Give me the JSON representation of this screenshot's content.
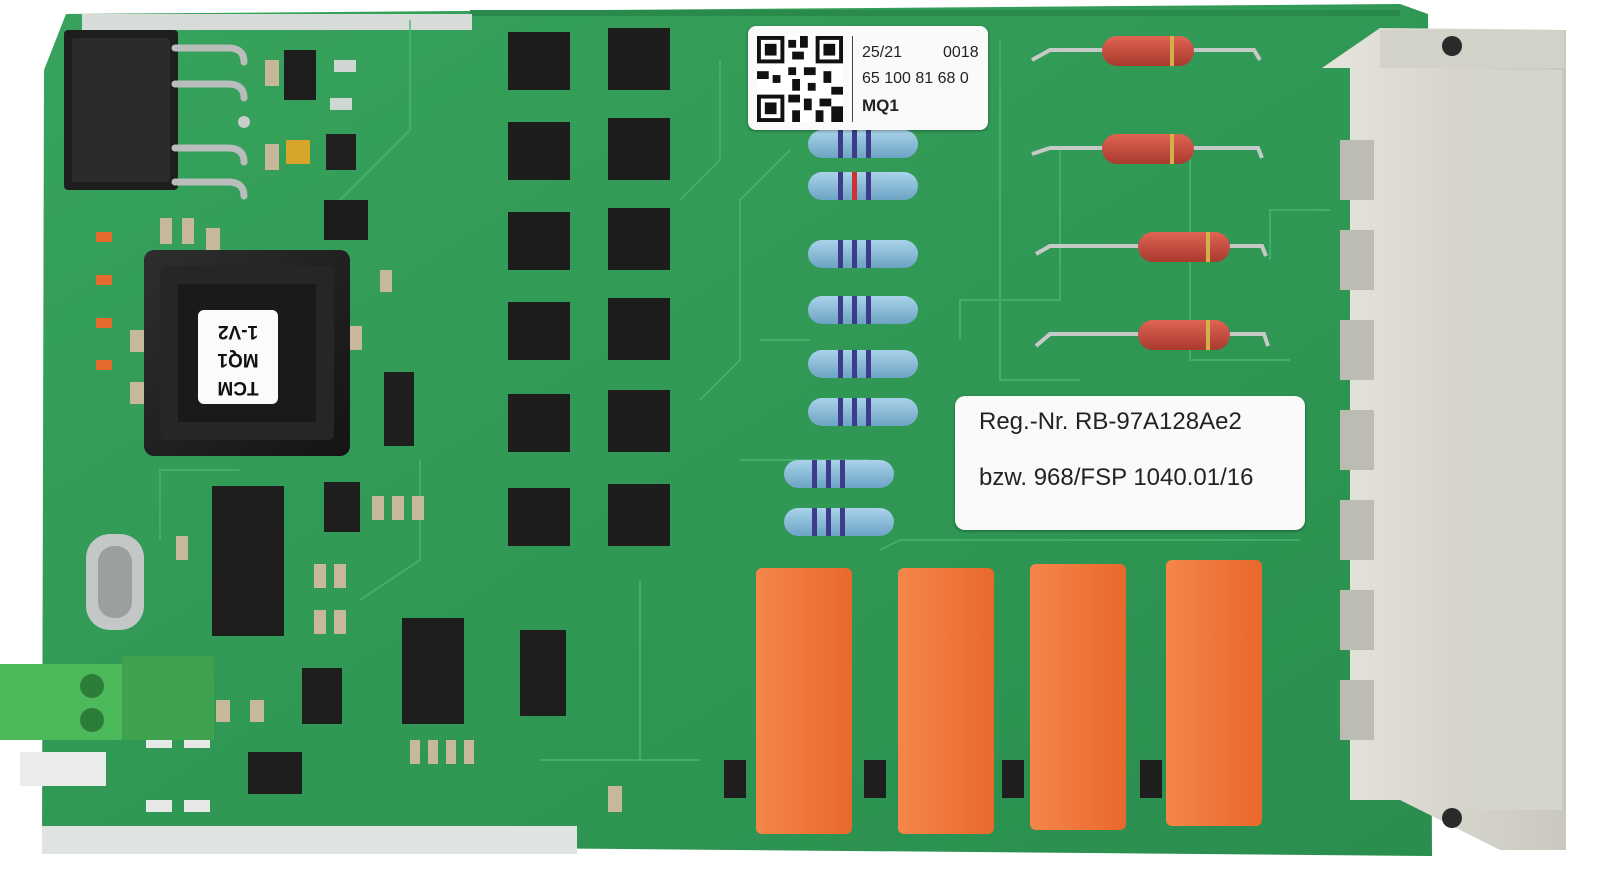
{
  "image": {
    "description_labels": {
      "qr_label": {
        "batch": "25/21",
        "serial": "0018",
        "part_number": "65 100 81 68 0",
        "model": "MQ1"
      },
      "registration_label": {
        "line1": "Reg.-Nr. RB-97A128Ae2",
        "line2": "bzw. 968/FSP 1040.01/16"
      },
      "chip_label": {
        "line1": "TCM",
        "line2": "MQ1",
        "line3": "1-V2"
      }
    },
    "colors": {
      "pcb": "#2f9a55",
      "pcb_dark": "#22793f",
      "relay": "#f0783a",
      "connector": "#d9d8cf",
      "terminal": "#49b85a",
      "resistor_blue": "#7fb6d6",
      "resistor_red": "#c8483a"
    }
  }
}
